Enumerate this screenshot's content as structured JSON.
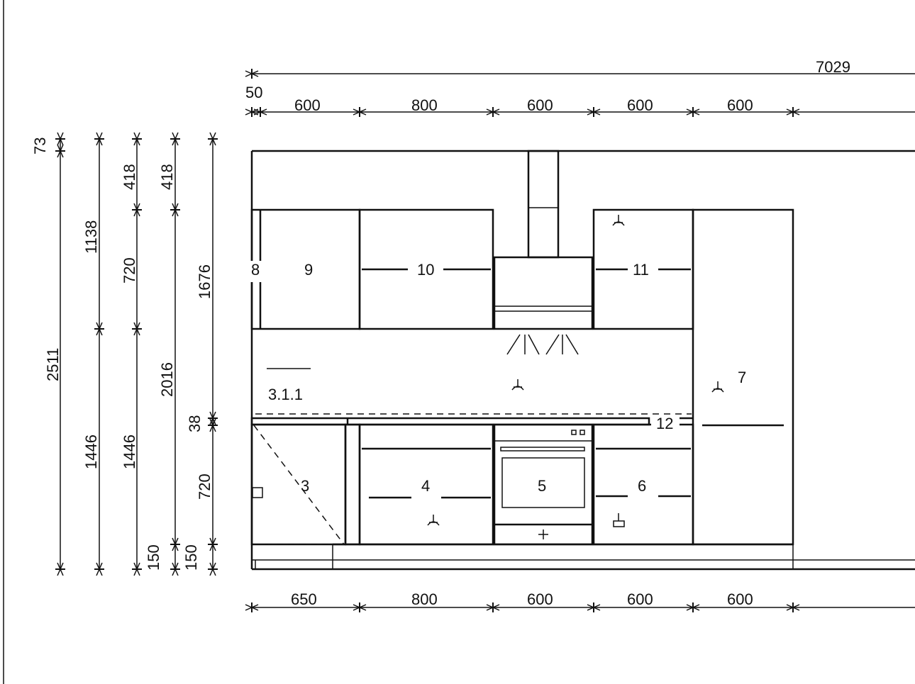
{
  "dimensions": {
    "total_width": "7029",
    "top": [
      "50",
      "600",
      "800",
      "600",
      "600",
      "600"
    ],
    "bottom": [
      "650",
      "800",
      "600",
      "600",
      "600"
    ],
    "left": {
      "c1": [
        "73",
        "2511"
      ],
      "c2": [
        "1138",
        "1446"
      ],
      "c3": [
        "418",
        "720",
        "1446",
        "150"
      ],
      "c4": [
        "418",
        "2016",
        "150"
      ],
      "c5": [
        "1676",
        "38",
        "720",
        "150"
      ]
    }
  },
  "units": {
    "u8": "8",
    "u9": "9",
    "u10": "10",
    "u11": "11",
    "u7": "7",
    "u3": "3",
    "u4": "4",
    "u5": "5",
    "u6": "6",
    "u12": "12",
    "u311": "3.1.1"
  }
}
